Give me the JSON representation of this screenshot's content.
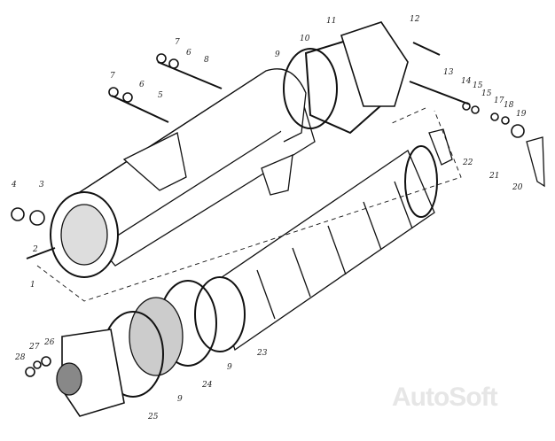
{
  "watermark": "AutoSoft",
  "callouts": [
    {
      "id": "c1",
      "text": "1"
    },
    {
      "id": "c2",
      "text": "2"
    },
    {
      "id": "c3",
      "text": "3"
    },
    {
      "id": "c4",
      "text": "4"
    },
    {
      "id": "c5",
      "text": "5"
    },
    {
      "id": "c6a",
      "text": "6"
    },
    {
      "id": "c6b",
      "text": "6"
    },
    {
      "id": "c7a",
      "text": "7"
    },
    {
      "id": "c7b",
      "text": "7"
    },
    {
      "id": "c8",
      "text": "8"
    },
    {
      "id": "c9a",
      "text": "9"
    },
    {
      "id": "c10",
      "text": "10"
    },
    {
      "id": "c11",
      "text": "11"
    },
    {
      "id": "c12",
      "text": "12"
    },
    {
      "id": "c13",
      "text": "13"
    },
    {
      "id": "c14",
      "text": "14"
    },
    {
      "id": "c15a",
      "text": "15"
    },
    {
      "id": "c15b",
      "text": "15"
    },
    {
      "id": "c17",
      "text": "17"
    },
    {
      "id": "c18",
      "text": "18"
    },
    {
      "id": "c19",
      "text": "19"
    },
    {
      "id": "c20",
      "text": "20"
    },
    {
      "id": "c21",
      "text": "21"
    },
    {
      "id": "c22",
      "text": "22"
    },
    {
      "id": "c23",
      "text": "23"
    },
    {
      "id": "c9b",
      "text": "9"
    },
    {
      "id": "c24",
      "text": "24"
    },
    {
      "id": "c9c",
      "text": "9"
    },
    {
      "id": "c25",
      "text": "25"
    },
    {
      "id": "c26",
      "text": "26"
    },
    {
      "id": "c27",
      "text": "27"
    },
    {
      "id": "c28",
      "text": "28"
    }
  ]
}
